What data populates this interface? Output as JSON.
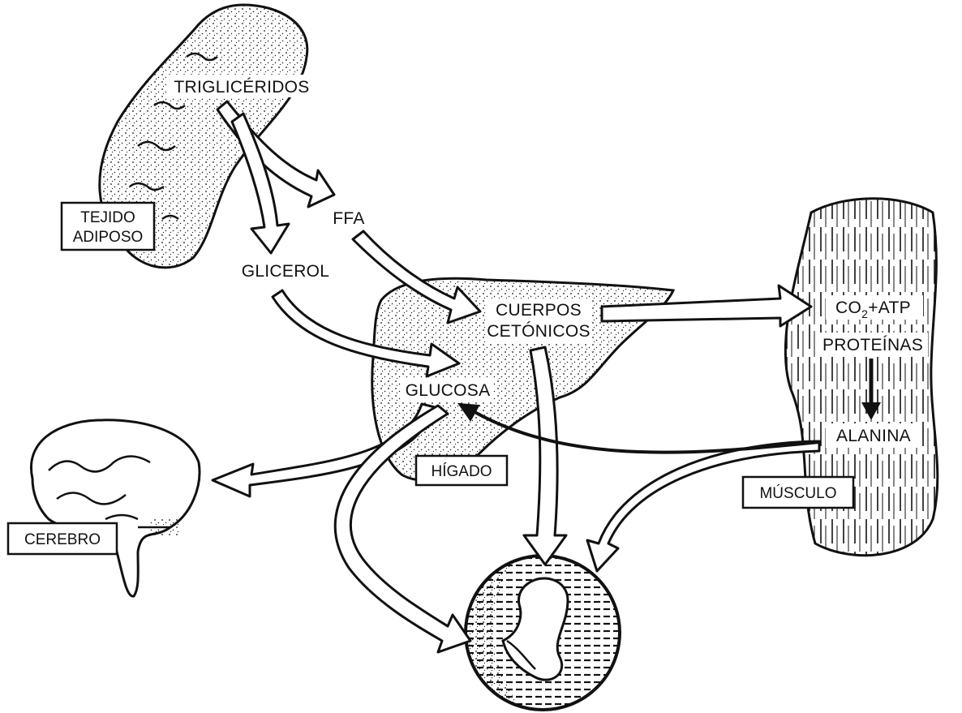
{
  "colors": {
    "ink": "#111111",
    "paper": "#ffffff"
  },
  "icons": {
    "adipose": "adipose-tissue-icon",
    "liver": "liver-icon",
    "muscle": "muscle-icon",
    "brain": "brain-icon",
    "fetus": "fetus-icon"
  },
  "labels": {
    "trigliceridos": "TRIGLICÉRIDOS",
    "tejido_line1": "TEJIDO",
    "tejido_line2": "ADIPOSO",
    "ffa": "FFA",
    "glicerol": "GLICEROL",
    "cuerpos_line1": "CUERPOS",
    "cuerpos_line2": "CETÓNICOS",
    "glucosa": "GLUCOSA",
    "higado": "HÍGADO",
    "co2_base": "CO",
    "co2_sub": "2",
    "co2_rest": "+ATP",
    "proteinas": "PROTEÍNAS",
    "alanina": "ALANINA",
    "musculo": "MÚSCULO",
    "cerebro": "CEREBRO"
  }
}
